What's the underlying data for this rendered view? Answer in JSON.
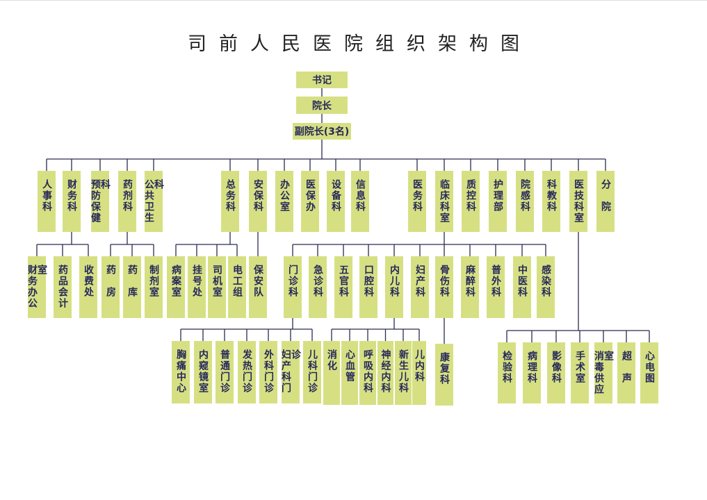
{
  "title": "司前人民医院组织架构图",
  "leadership": {
    "secretary": "书记",
    "president": "院长",
    "vice_president": "副院长(3名)"
  },
  "departments": {
    "renshi": "人事科",
    "caiwu": "财务科",
    "yufang": "预防保健科",
    "yaoji": "药剂科",
    "gonggong": "公共卫生科",
    "zongwu": "总务科",
    "anbao": "安保科",
    "bangong": "办公室",
    "yibao": "医保办",
    "shebei": "设备科",
    "xinxi": "信息科",
    "yiwu": "医务科",
    "linchuang": "临床科室",
    "zhikong": "质控科",
    "huli": "护理部",
    "yuangan": "院感科",
    "kejiao": "科教科",
    "yiji": "医技科室",
    "fenyuan": "分　院"
  },
  "finance_units": {
    "office": "财务办公室",
    "drug_accounting": "药品会计",
    "cashier": "收费处"
  },
  "pharmacy_units": {
    "drug_room": "药　房",
    "drug_store": "药　库",
    "preparation": "制剂室"
  },
  "general_units": {
    "records": "病案室",
    "registration": "挂号处",
    "drivers": "司机室",
    "electrical": "电工组"
  },
  "security_units": {
    "guards": "保安队"
  },
  "clinical_units": {
    "outpatient": "门诊科",
    "emergency": "急诊科",
    "ent": "五官科",
    "dental": "口腔科",
    "internal_peds": "内儿科",
    "obgyn": "妇产科",
    "orthopedics": "骨伤科",
    "anesthesia": "麻醉科",
    "surgery": "普外科",
    "tcm": "中医科",
    "infection": "感染科"
  },
  "outpatient_units": {
    "chest_pain": "胸痛中心",
    "endoscopy": "内窥镜室",
    "general": "普通门诊",
    "fever": "发热门诊",
    "surgical": "外科门诊",
    "obgyn": "妇产科门诊",
    "pediatric": "儿科门诊"
  },
  "internal_units": {
    "digestive": "消化",
    "cardio": "心血管",
    "respiratory": "呼吸内科",
    "neuro": "神经内科",
    "neonatal": "新生儿科",
    "peds_internal": "儿内科"
  },
  "orthopedic_units": {
    "rehab": "康复科"
  },
  "medtech_units": {
    "lab": "检验科",
    "pathology": "病理科",
    "imaging": "影像科",
    "operating": "手术室",
    "sterile": "消毒供应室",
    "ultrasound": "超　声",
    "ecg": "心电图"
  },
  "colors": {
    "box": "#d6e083",
    "line": "#2b2b4f",
    "text": "#26285a"
  }
}
